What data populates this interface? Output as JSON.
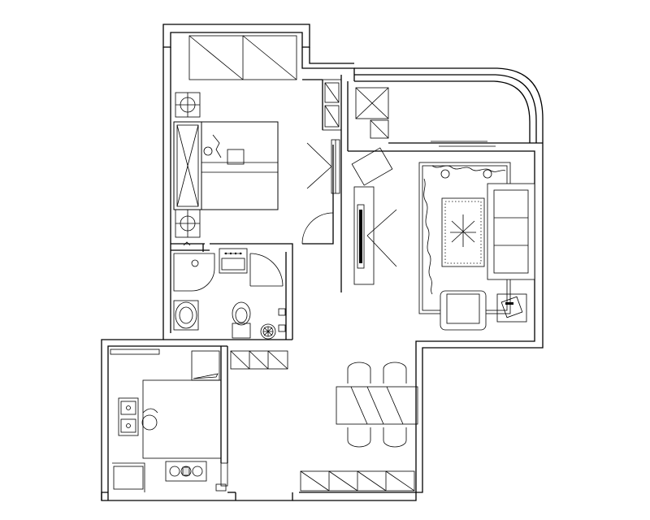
{
  "plan": {
    "units": "floor-plan",
    "rooms": [
      "bedroom",
      "bathroom",
      "kitchen",
      "living-room",
      "dining-area",
      "balcony"
    ],
    "line_color": "#000000",
    "background": "#ffffff"
  }
}
